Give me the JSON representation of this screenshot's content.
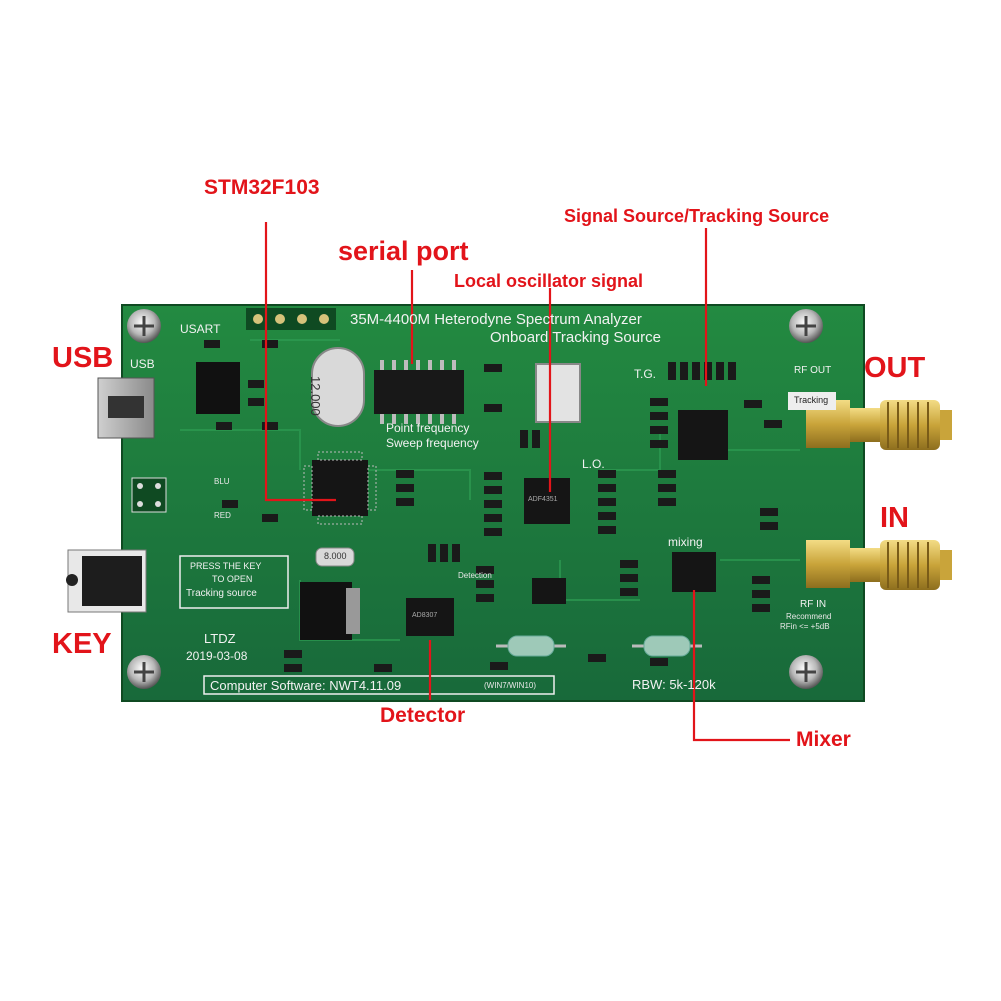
{
  "callouts": {
    "stm32": "STM32F103",
    "serial_port": "serial port",
    "local_osc": "Local oscillator signal",
    "signal_source": "Signal Source/Tracking Source",
    "usb": "USB",
    "out": "OUT",
    "in": "IN",
    "key": "KEY",
    "detector": "Detector",
    "mixer": "Mixer"
  },
  "board": {
    "title_line1": "35M-4400M Heterodyne Spectrum Analyzer",
    "title_line2": "Onboard Tracking Source",
    "usart": "USART",
    "usb": "USB",
    "point_freq": "Point frequency",
    "sweep_freq": "Sweep frequency",
    "tg": "T.G.",
    "lo": "L.O.",
    "rf_out": "RF OUT",
    "tracking": "Tracking",
    "rf_in": "RF IN",
    "recommend": "Recommend",
    "rfin_limit": "RFin <= +5dB",
    "mixing": "mixing",
    "detection": "Detection",
    "press_key_1": "PRESS THE KEY",
    "press_key_2": "TO OPEN",
    "press_key_3": "Tracking source",
    "model": "LTDZ",
    "date": "2019-03-08",
    "software": "Computer Software: NWT4.11.09",
    "software_os": "(WIN7/WIN10)",
    "rbw": "RBW: 5k-120k",
    "crystal": "12.000",
    "crystal2": "8.000",
    "led_blu": "BLU",
    "led_red": "RED",
    "chip_adf": "ADF4351",
    "chip_ad8307": "AD8307"
  },
  "colors": {
    "callout": "#e2141a",
    "pcb": "#1f7a3a",
    "pcb_dark": "#145a2a",
    "silkscreen": "#f2f2f2",
    "gold": "#c9a43a"
  }
}
